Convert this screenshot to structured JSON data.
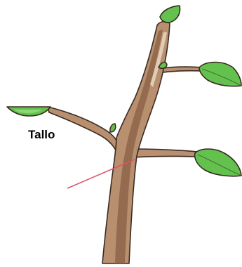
{
  "diagram": {
    "label": "Tallo",
    "colors": {
      "stem_fill": "#b8906f",
      "stem_shade": "#8a5f44",
      "stem_light": "#e6d3bd",
      "outline": "#3a2a22",
      "leaf_fill": "#63c24e",
      "leaf_light": "#9ee08a",
      "pointer_line": "#e0506a"
    },
    "parts": [
      "stem",
      "branch",
      "leaf",
      "bud"
    ]
  }
}
